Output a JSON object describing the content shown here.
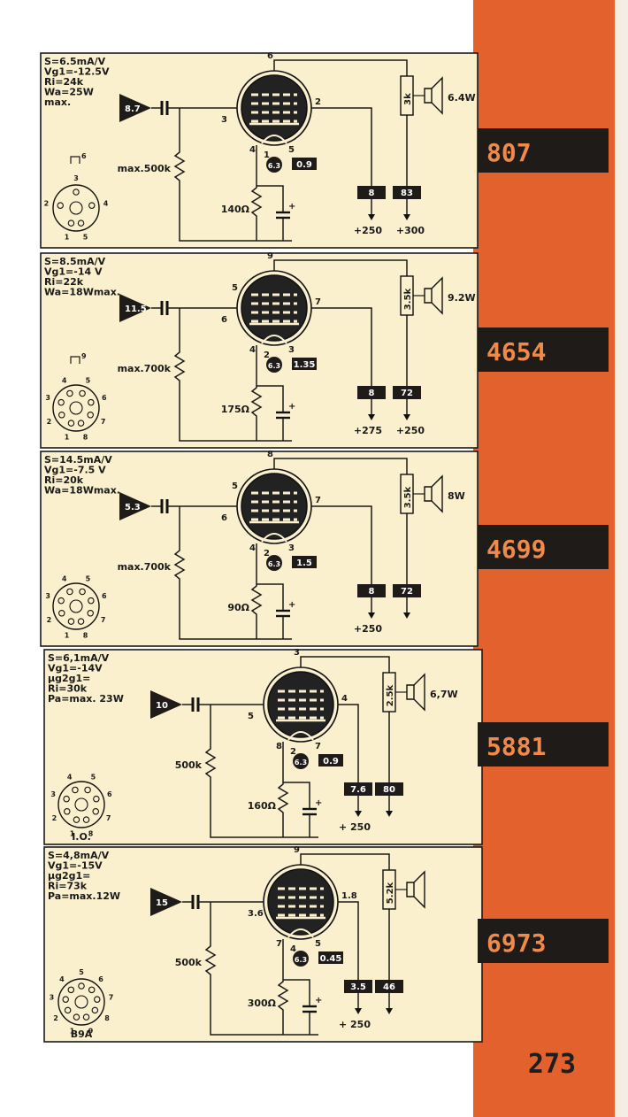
{
  "colors": {
    "stripe": "#e2612c",
    "panel": "#fbf0cd",
    "tag_bg": "#1e1b19",
    "tag_text": "#f08a4a",
    "ink": "#1a1a1a"
  },
  "page_number": "273",
  "tubes": [
    {
      "type": "807",
      "specs": [
        "S=6.5mA/V",
        "Vg1=-12.5V",
        "Ri=24k",
        "Wa=25W",
        "max."
      ],
      "drive": "8.7",
      "grid_res": "max.500k",
      "cathode_res": "140Ω",
      "pins": {
        "top": "6",
        "plate": "2",
        "grid": "3",
        "c1": "4",
        "c2": "1",
        "c3": "5"
      },
      "heater_v": "6.3",
      "heater_a": "0.9",
      "screen_box": "8",
      "plate_box": "83",
      "supply_left": "+250",
      "supply_right": "+300",
      "load": "3k",
      "power": "6.4W",
      "socket_pins": [
        "1",
        "2",
        "3",
        "4",
        "5"
      ],
      "socket_top": "6",
      "socket_label": ""
    },
    {
      "type": "4654",
      "specs": [
        "S=8.5mA/V",
        "Vg1=-14 V",
        "Ri=22k",
        "Wa=18Wmax."
      ],
      "drive": "11.5",
      "grid_res": "max.700k",
      "cathode_res": "175Ω",
      "pins": {
        "top": "9",
        "plate": "7",
        "grid": "6",
        "c1": "4",
        "c2": "2",
        "c3": "3",
        "g2": "5"
      },
      "heater_v": "6.3",
      "heater_a": "1.35",
      "screen_box": "8",
      "plate_box": "72",
      "supply_left": "+275",
      "supply_right": "+250",
      "load": "3.5k",
      "power": "9.2W",
      "socket_pins": [
        "1",
        "2",
        "3",
        "4",
        "5",
        "6",
        "7",
        "8"
      ],
      "socket_top": "9",
      "socket_label": ""
    },
    {
      "type": "4699",
      "specs": [
        "S=14.5mA/V",
        "Vg1=-7.5 V",
        "Ri=20k",
        "Wa=18Wmax."
      ],
      "drive": "5.3",
      "grid_res": "max.700k",
      "cathode_res": "90Ω",
      "pins": {
        "top": "8",
        "plate": "7",
        "grid": "6",
        "c1": "4",
        "c2": "2",
        "c3": "3",
        "g2": "5"
      },
      "heater_v": "6.3",
      "heater_a": "1.5",
      "screen_box": "8",
      "plate_box": "72",
      "supply_left": "+250",
      "supply_right": "",
      "load": "3.5k",
      "power": "8W",
      "socket_pins": [
        "1",
        "2",
        "3",
        "4",
        "5",
        "6",
        "7",
        "8"
      ],
      "socket_top": "",
      "socket_label": ""
    },
    {
      "type": "5881",
      "specs": [
        "S=6,1mA/V",
        "Vg1=-14V",
        "µg2g1=",
        "Ri=30k",
        "Pa=max. 23W"
      ],
      "drive": "10",
      "grid_res": "500k",
      "cathode_res": "160Ω",
      "pins": {
        "top": "3",
        "plate": "4",
        "grid": "5",
        "c1": "8",
        "c2": "2",
        "c3": "7"
      },
      "heater_v": "6.3",
      "heater_a": "0.9",
      "screen_box": "7.6",
      "plate_box": "80",
      "supply_left": "+ 250",
      "supply_right": "",
      "load": "2.5k",
      "power": "6,7W",
      "socket_pins": [
        "1",
        "2",
        "3",
        "4",
        "5",
        "6",
        "7",
        "8"
      ],
      "socket_top": "",
      "socket_label": "I.O."
    },
    {
      "type": "6973",
      "specs": [
        "S=4,8mA/V",
        "Vg1=-15V",
        "µg2g1=",
        "Ri=73k",
        "Pa=max.12W"
      ],
      "drive": "15",
      "grid_res": "500k",
      "cathode_res": "300Ω",
      "pins": {
        "top": "9",
        "plate": "1.8",
        "grid": "3.6",
        "c1": "7",
        "c2": "4",
        "c3": "5"
      },
      "heater_v": "6.3",
      "heater_a": "0.45",
      "screen_box": "3.5",
      "plate_box": "46",
      "supply_left": "+ 250",
      "supply_right": "",
      "load": "5.2k",
      "power": "",
      "socket_pins": [
        "1",
        "2",
        "3",
        "4",
        "5",
        "6",
        "7",
        "8",
        "9"
      ],
      "socket_top": "",
      "socket_label": "B9A"
    }
  ]
}
